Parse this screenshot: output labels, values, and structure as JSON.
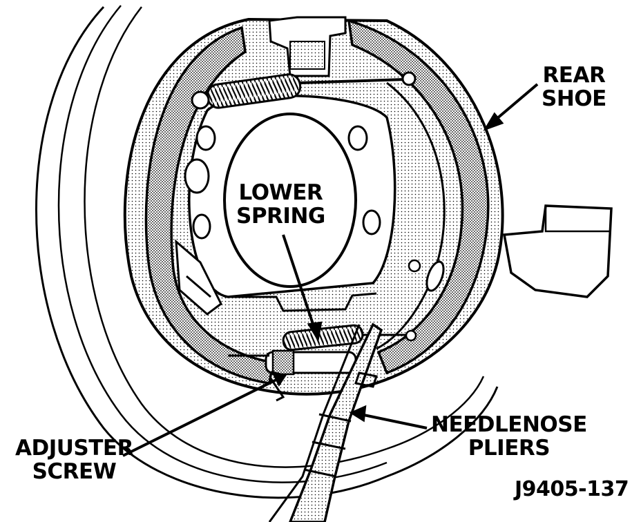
{
  "labels": {
    "rear_shoe": [
      "REAR",
      "SHOE"
    ],
    "lower_spring": [
      "LOWER",
      "SPRING"
    ],
    "needlenose_pliers": [
      "NEEDLENOSE",
      "PLIERS"
    ],
    "adjuster_screw": [
      "ADJUSTER",
      "SCREW"
    ]
  },
  "figure_id": "J9405-137",
  "colors": {
    "ink": "#000000",
    "paper": "#ffffff"
  }
}
